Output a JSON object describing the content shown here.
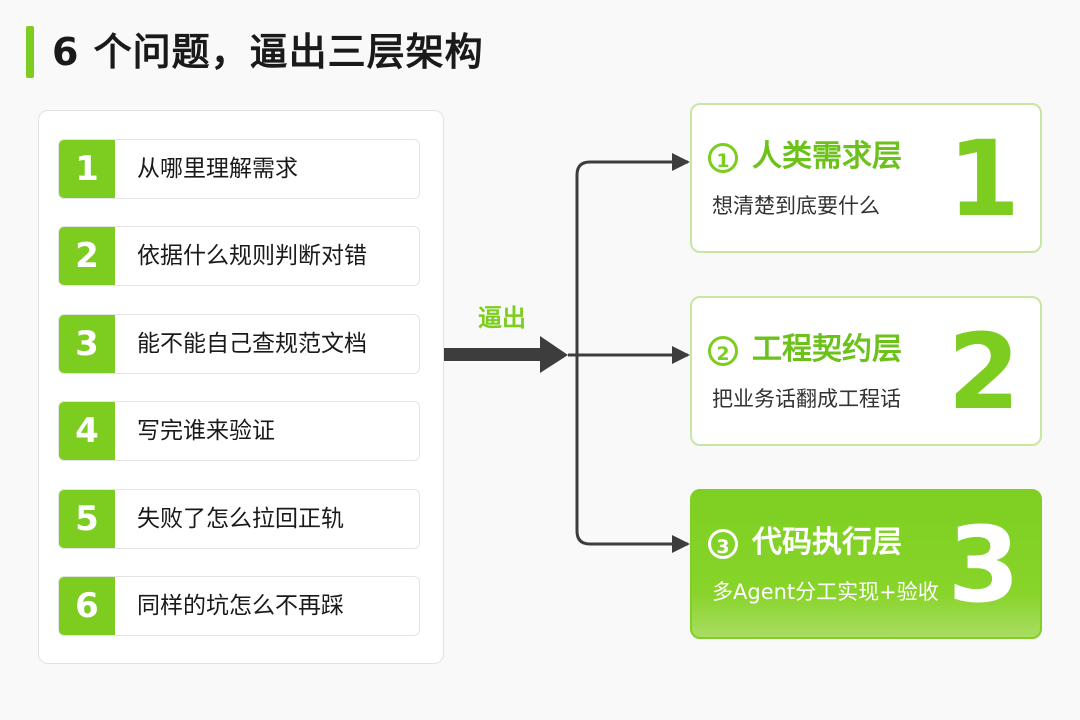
{
  "title": "6 个问题，逼出三层架构",
  "questions": [
    {
      "num": "1",
      "text": "从哪里理解需求"
    },
    {
      "num": "2",
      "text": "依据什么规则判断对错"
    },
    {
      "num": "3",
      "text": "能不能自己查规范文档"
    },
    {
      "num": "4",
      "text": "写完谁来验证"
    },
    {
      "num": "5",
      "text": "失败了怎么拉回正轨"
    },
    {
      "num": "6",
      "text": "同样的坑怎么不再踩"
    }
  ],
  "arrow_label": "逼出",
  "layers": [
    {
      "circle": "1",
      "title": "人类需求层",
      "desc": "想清楚到底要什么",
      "big": "1",
      "active": false
    },
    {
      "circle": "2",
      "title": "工程契约层",
      "desc": "把业务话翻成工程话",
      "big": "2",
      "active": false
    },
    {
      "circle": "3",
      "title": "代码执行层",
      "desc": "多Agent分工实现+验收",
      "big": "3",
      "active": true
    }
  ],
  "colors": {
    "accent": "#7ccd1f",
    "arrow": "#3d3d3d"
  }
}
